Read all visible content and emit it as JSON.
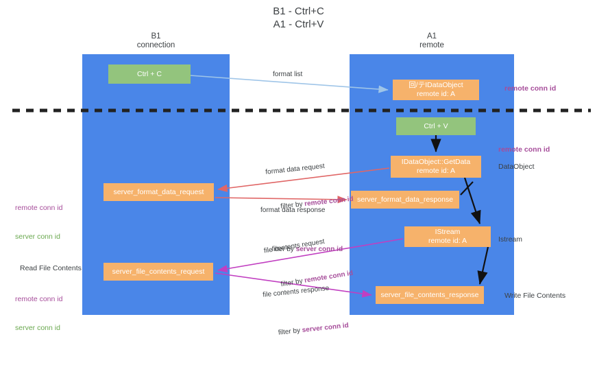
{
  "title": "B1 - Ctrl+C\nA1 - Ctrl+V",
  "lanes": [
    {
      "id": "b1",
      "name": "B1\nconnection",
      "color": "#4a86e8"
    },
    {
      "id": "a1",
      "name": "A1\nremote",
      "color": "#4a86e8"
    }
  ],
  "nodes": [
    {
      "id": "ctrl-c",
      "label": "Ctrl + C",
      "color": "#93c47d"
    },
    {
      "id": "get-idataobject",
      "label": "回/テIDataObject\nremote id: A",
      "color": "#f6b26b"
    },
    {
      "id": "ctrl-v",
      "label": "Ctrl + V",
      "color": "#93c47d"
    },
    {
      "id": "idataobject-getdata",
      "label": "IDataObject::GetData\nremote id: A",
      "color": "#f6b26b"
    },
    {
      "id": "server-format-data-request",
      "label": "server_format_data_request",
      "color": "#f6b26b"
    },
    {
      "id": "server-format-data-response",
      "label": "server_format_data_response",
      "color": "#f6b26b"
    },
    {
      "id": "istream",
      "label": "IStream\nremote id: A",
      "color": "#f6b26b"
    },
    {
      "id": "server-file-contents-request",
      "label": "server_file_contents_request",
      "color": "#f6b26b"
    },
    {
      "id": "server-file-contents-response",
      "label": "server_file_contents_response",
      "color": "#f6b26b"
    }
  ],
  "edge_labels": {
    "format_list": "format list",
    "format_data_request": "format data request",
    "format_data_request_filter_prefix": "filter by ",
    "format_data_request_filter_key": "remote conn id",
    "format_data_response": "format data response",
    "format_data_response_filter_prefix": "filter by ",
    "format_data_response_filter_key": "server conn id",
    "file_contents_request": "file contents request",
    "file_contents_request_filter_prefix": "filter by ",
    "file_contents_request_filter_key": "remote conn id",
    "file_contents_response": "file contents response",
    "file_contents_response_filter_prefix": "filter by ",
    "file_contents_response_filter_key": "server conn id"
  },
  "annotations": {
    "right_remote_conn_id_top": "remote conn id",
    "right_remote_conn_id_mid": "remote conn id",
    "right_dataobject": "DataObject",
    "right_istream": "Istream",
    "right_write_file_contents": "Write File Contents",
    "left_remote_conn_id": "remote conn id",
    "left_server_conn_id": "server conn id",
    "left_read_file_contents": "Read File Contents",
    "left_remote_conn_id_2": "remote conn id",
    "left_server_conn_id_2": "server conn id"
  },
  "colors": {
    "lane": "#4a86e8",
    "green_node": "#93c47d",
    "orange_node": "#f6b26b",
    "purple_key": "#a64d9a",
    "green_key": "#6aa84f",
    "arrow_blue": "#9fc5e8",
    "arrow_red": "#e06666",
    "arrow_magenta": "#c13fc1",
    "arrow_black": "#000000",
    "divider": "#222222",
    "text": "#3c4043"
  }
}
